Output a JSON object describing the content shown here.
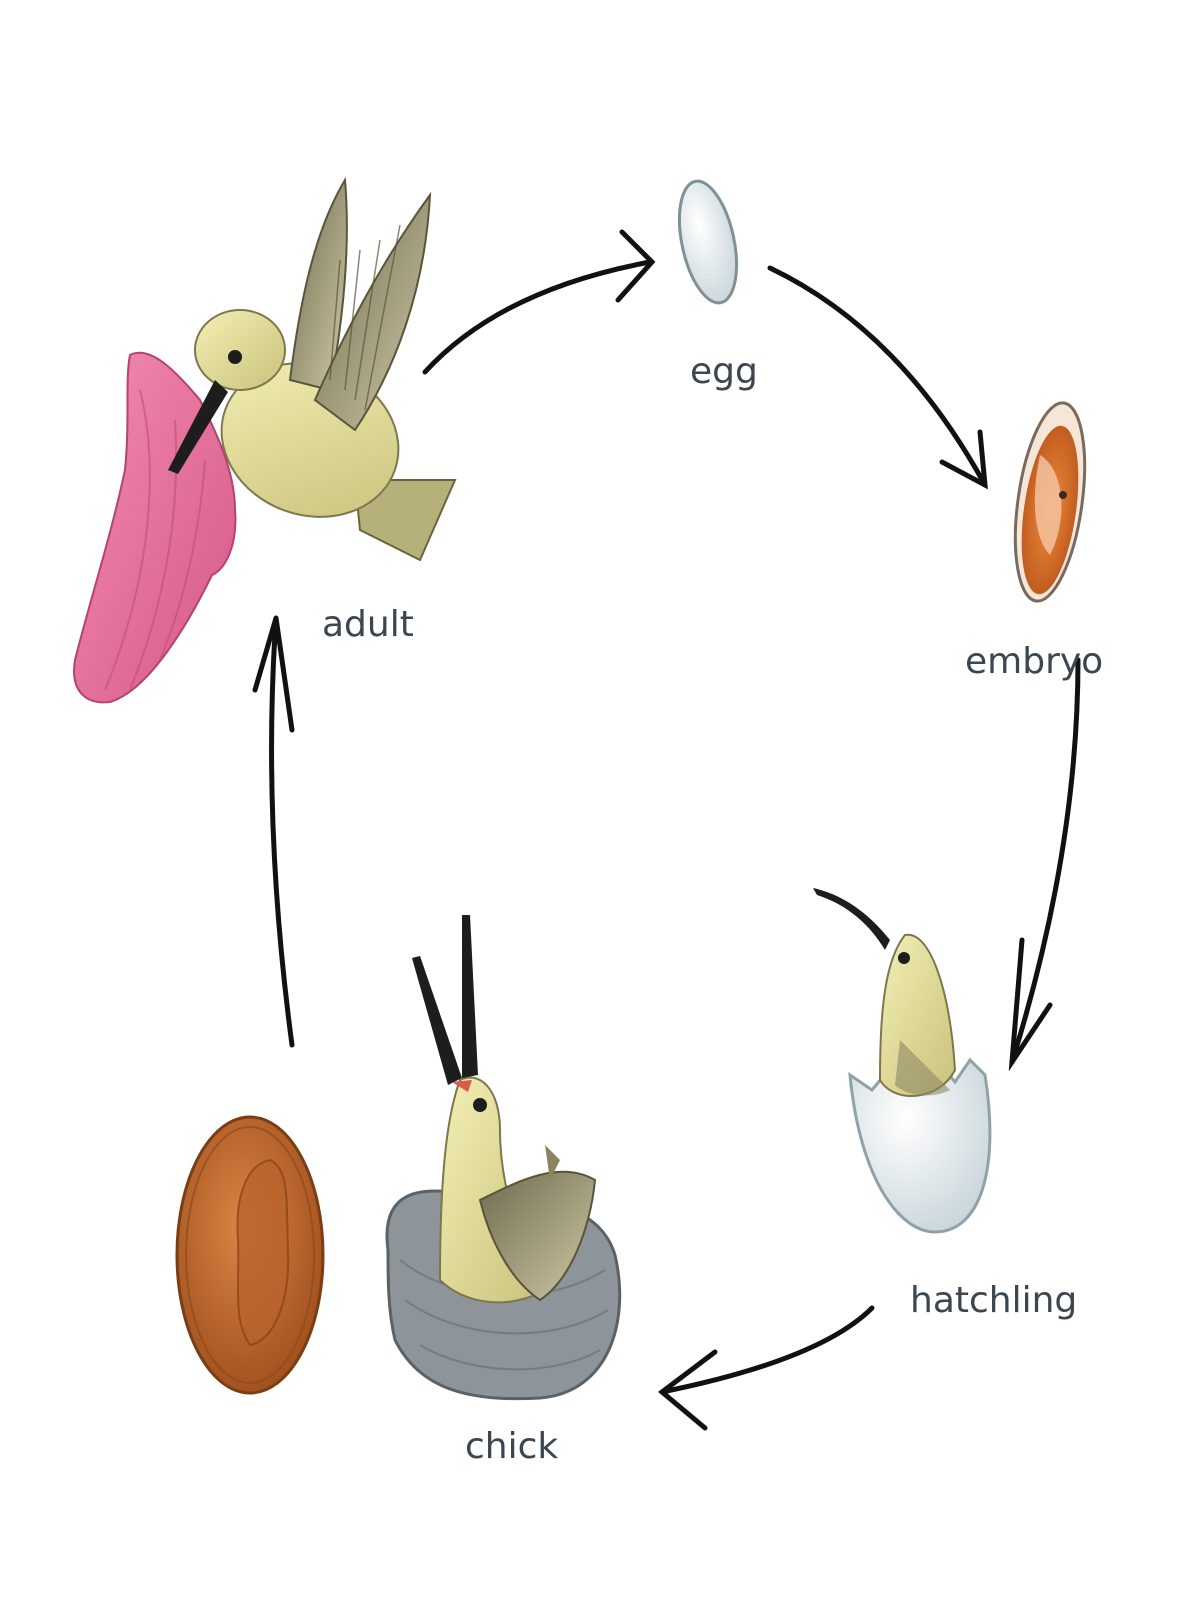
{
  "stages": {
    "adult": "adult",
    "egg": "egg",
    "embryo": "embryo",
    "hatchling": "hatchling",
    "chick": "chick"
  }
}
